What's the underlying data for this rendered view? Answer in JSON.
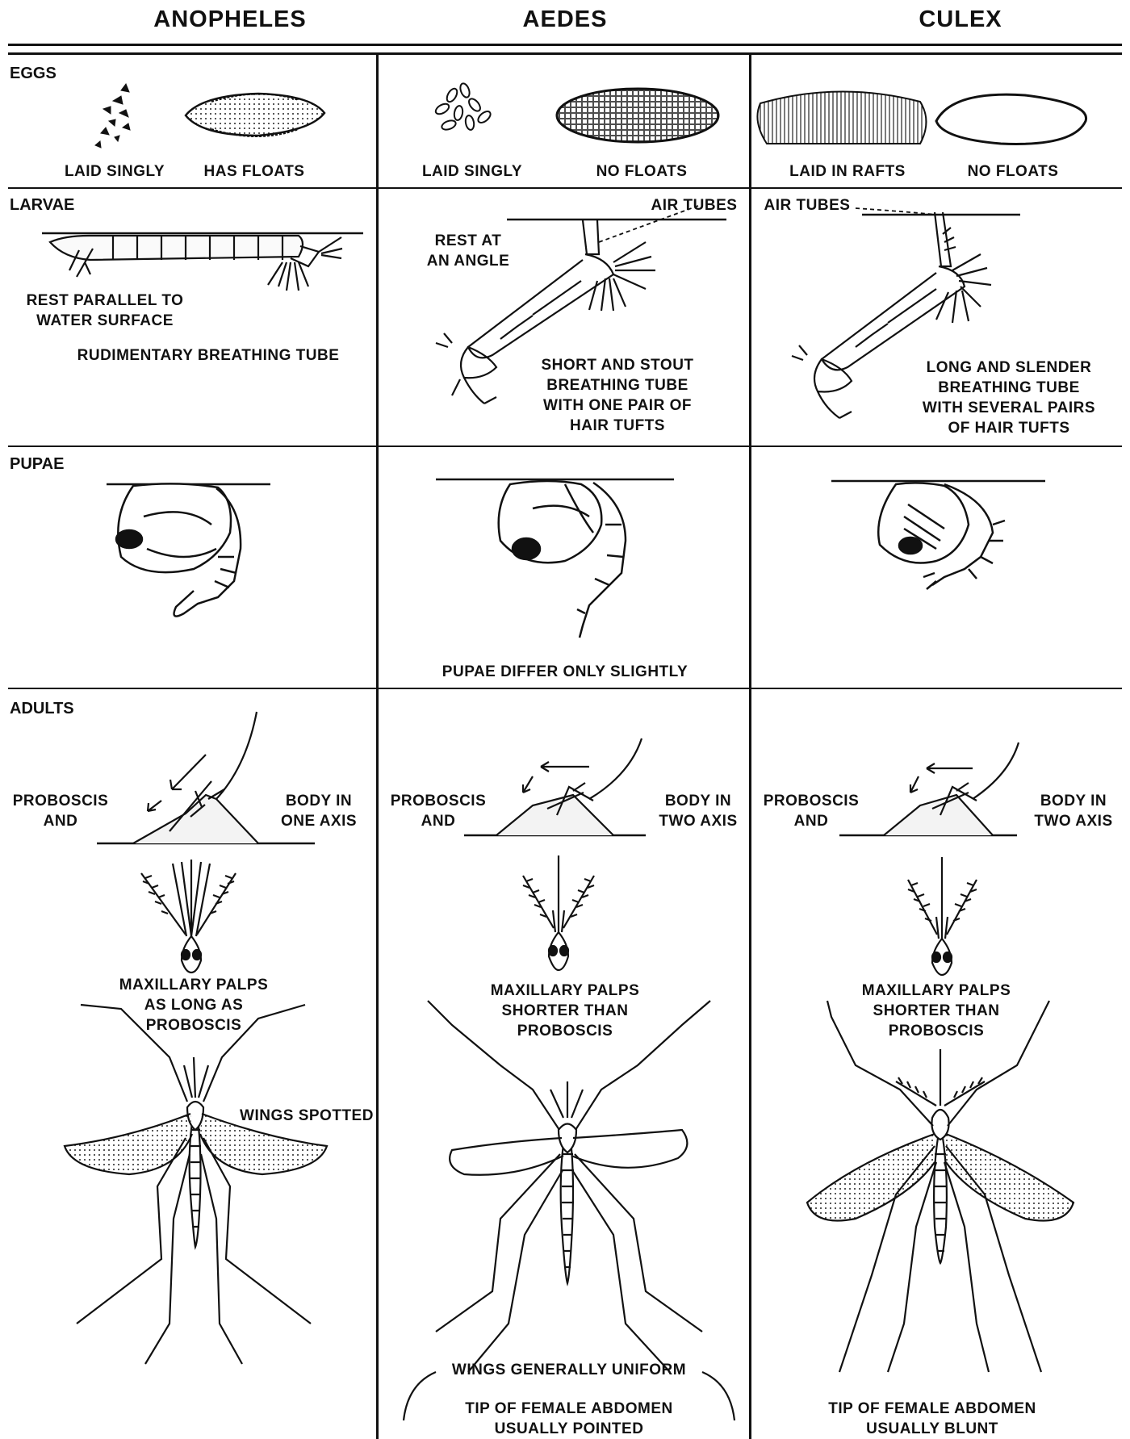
{
  "columns": [
    "ANOPHELES",
    "AEDES",
    "CULEX"
  ],
  "rows": {
    "eggs": "EGGS",
    "larvae": "LARVAE",
    "pupae": "PUPAE",
    "adults": "ADULTS"
  },
  "eggs": {
    "anopheles": {
      "laid": "LAID SINGLY",
      "floats": "HAS FLOATS"
    },
    "aedes": {
      "laid": "LAID SINGLY",
      "floats": "NO FLOATS"
    },
    "culex": {
      "laid": "LAID IN RAFTS",
      "floats": "NO FLOATS"
    }
  },
  "larvae": {
    "anopheles": {
      "rest": "REST PARALLEL TO\nWATER SURFACE",
      "tube": "RUDIMENTARY BREATHING TUBE"
    },
    "aedes": {
      "air": "AIR TUBES",
      "rest": "REST AT\nAN ANGLE",
      "tube": "SHORT AND STOUT\nBREATHING TUBE\nWITH ONE PAIR OF\nHAIR TUFTS"
    },
    "culex": {
      "air": "AIR TUBES",
      "tube": "LONG AND SLENDER\nBREATHING TUBE\nWITH SEVERAL PAIRS\nOF HAIR TUFTS"
    }
  },
  "pupae": {
    "note": "PUPAE DIFFER ONLY SLIGHTLY"
  },
  "adults": {
    "anopheles": {
      "proboscis": "PROBOSCIS\nAND",
      "body": "BODY IN\nONE AXIS",
      "palps": "MAXILLARY PALPS\nAS LONG AS\nPROBOSCIS",
      "wings": "WINGS SPOTTED"
    },
    "aedes": {
      "proboscis": "PROBOSCIS\nAND",
      "body": "BODY IN\nTWO AXIS",
      "palps": "MAXILLARY PALPS\nSHORTER THAN\nPROBOSCIS",
      "wings": "WINGS GENERALLY UNIFORM",
      "tip": "TIP OF FEMALE ABDOMEN\nUSUALLY POINTED"
    },
    "culex": {
      "proboscis": "PROBOSCIS\nAND",
      "body": "BODY IN\nTWO AXIS",
      "palps": "MAXILLARY PALPS\nSHORTER THAN\nPROBOSCIS",
      "tip": "TIP OF FEMALE ABDOMEN\nUSUALLY BLUNT"
    }
  }
}
